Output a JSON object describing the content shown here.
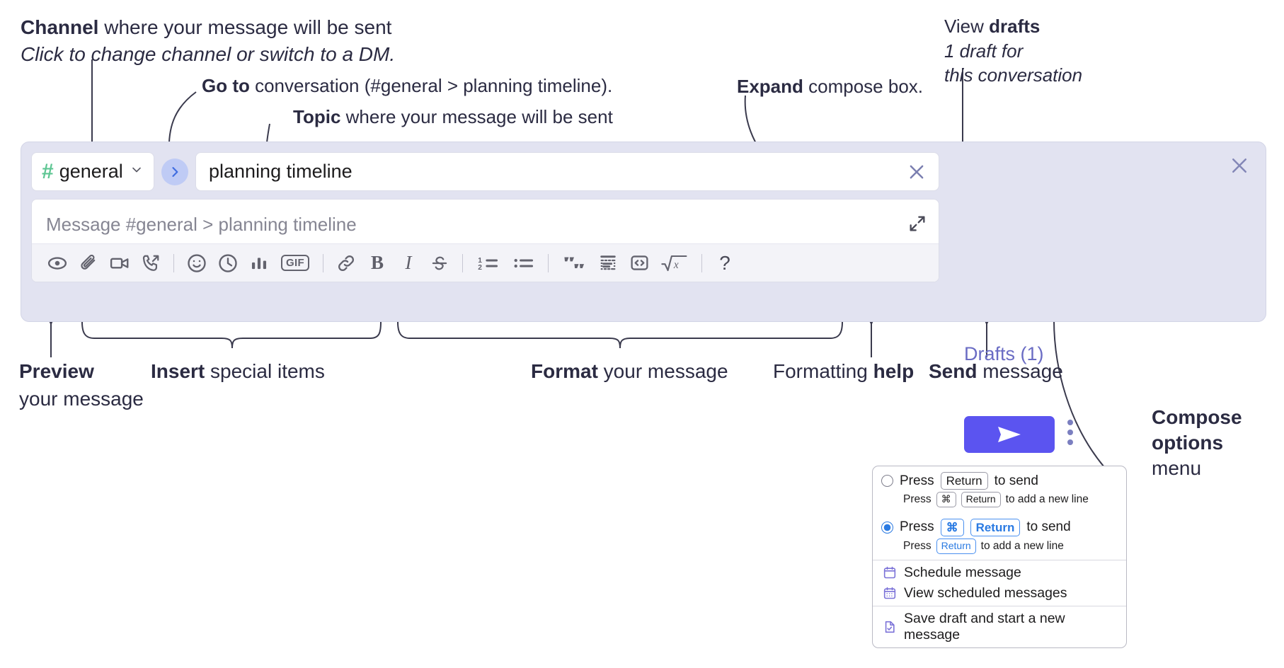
{
  "annotations": {
    "channel": {
      "bold": "Channel",
      "rest": " where your message will be sent",
      "italic": "Click to change channel or switch to a DM."
    },
    "goto": {
      "bold": "Go to",
      "rest": " conversation (#general > planning timeline)."
    },
    "topic": {
      "bold": "Topic",
      "rest": " where your message will be sent"
    },
    "expand": {
      "bold": "Expand",
      "rest": " compose box."
    },
    "drafts": {
      "bold_lead": "View ",
      "bold": "drafts",
      "italic1": "1 draft for",
      "italic2": "this conversation"
    },
    "preview": {
      "bold": "Preview",
      "line2": "your message"
    },
    "insert": {
      "bold": "Insert",
      "rest": " special items"
    },
    "format": {
      "bold": "Format",
      "rest": " your message"
    },
    "help": {
      "lead": "Formatting ",
      "bold": "help"
    },
    "send": {
      "bold": "Send",
      "rest": " message"
    },
    "compose_options": {
      "bold1": "Compose",
      "bold2": "options",
      "rest": "menu"
    }
  },
  "compose": {
    "channel_button": {
      "hash": "#",
      "name": "general",
      "caret": "chevron-down"
    },
    "goto_button_label": "go-to-conversation",
    "topic": {
      "value": "planning timeline",
      "clear_label": "clear-topic"
    },
    "message": {
      "placeholder": "Message #general > planning timeline",
      "value": ""
    },
    "expand_label": "expand-compose-box",
    "toolbar": [
      {
        "name": "preview-icon",
        "label": "Preview"
      },
      {
        "name": "attachment-icon",
        "label": "Attach file"
      },
      {
        "name": "video-icon",
        "label": "Record video clip"
      },
      {
        "name": "call-forward-icon",
        "label": "Huddle"
      },
      {
        "name": "divider",
        "label": ""
      },
      {
        "name": "emoji-icon",
        "label": "Emoji"
      },
      {
        "name": "clock-icon",
        "label": "Reminder"
      },
      {
        "name": "poll-icon",
        "label": "Poll"
      },
      {
        "name": "gif-icon",
        "label": "GIF"
      },
      {
        "name": "divider",
        "label": ""
      },
      {
        "name": "link-icon",
        "label": "Link"
      },
      {
        "name": "bold-icon",
        "label": "B"
      },
      {
        "name": "italic-icon",
        "label": "I"
      },
      {
        "name": "strikethrough-icon",
        "label": "Strikethrough"
      },
      {
        "name": "divider",
        "label": ""
      },
      {
        "name": "ordered-list-icon",
        "label": "Ordered list"
      },
      {
        "name": "bulleted-list-icon",
        "label": "Bulleted list"
      },
      {
        "name": "divider",
        "label": ""
      },
      {
        "name": "blockquote-icon",
        "label": "Blockquote"
      },
      {
        "name": "code-block-icon",
        "label": "Code block"
      },
      {
        "name": "inline-code-icon",
        "label": "Inline code"
      },
      {
        "name": "math-icon",
        "label": "Math"
      },
      {
        "name": "divider",
        "label": ""
      },
      {
        "name": "help-icon",
        "label": "?"
      }
    ],
    "gif_text": "GIF",
    "bold_glyph": "B",
    "italic_glyph": "I",
    "help_glyph": "?"
  },
  "panel": {
    "close_label": "close-compose",
    "drafts_label": "Drafts (1)",
    "send_label": "send-message",
    "kebab_label": "compose-options-menu"
  },
  "menu": {
    "options": [
      {
        "selected": false,
        "main_pre": "Press",
        "main_key": "Return",
        "main_post": "to send",
        "sub_pre": "Press",
        "sub_key1": "⌘",
        "sub_key2": "Return",
        "sub_post": "to add a new line"
      },
      {
        "selected": true,
        "main_pre": "Press",
        "main_key1": "⌘",
        "main_key2": "Return",
        "main_post": "to send",
        "sub_pre": "Press",
        "sub_key": "Return",
        "sub_post": "to add a new line"
      }
    ],
    "items": [
      {
        "icon": "calendar-icon",
        "label": "Schedule message"
      },
      {
        "icon": "calendar-grid-icon",
        "label": "View scheduled messages"
      },
      {
        "icon": "save-draft-icon",
        "label": "Save draft and start a new message"
      }
    ]
  },
  "colors": {
    "accent_purple": "#5b54f0",
    "drafts_purple": "#6a6cc4",
    "hash_green": "#5ec693",
    "goto_blue": "#3f6de0",
    "panel_bg": "#e2e3f1",
    "key_blue": "#2a7ae2"
  }
}
